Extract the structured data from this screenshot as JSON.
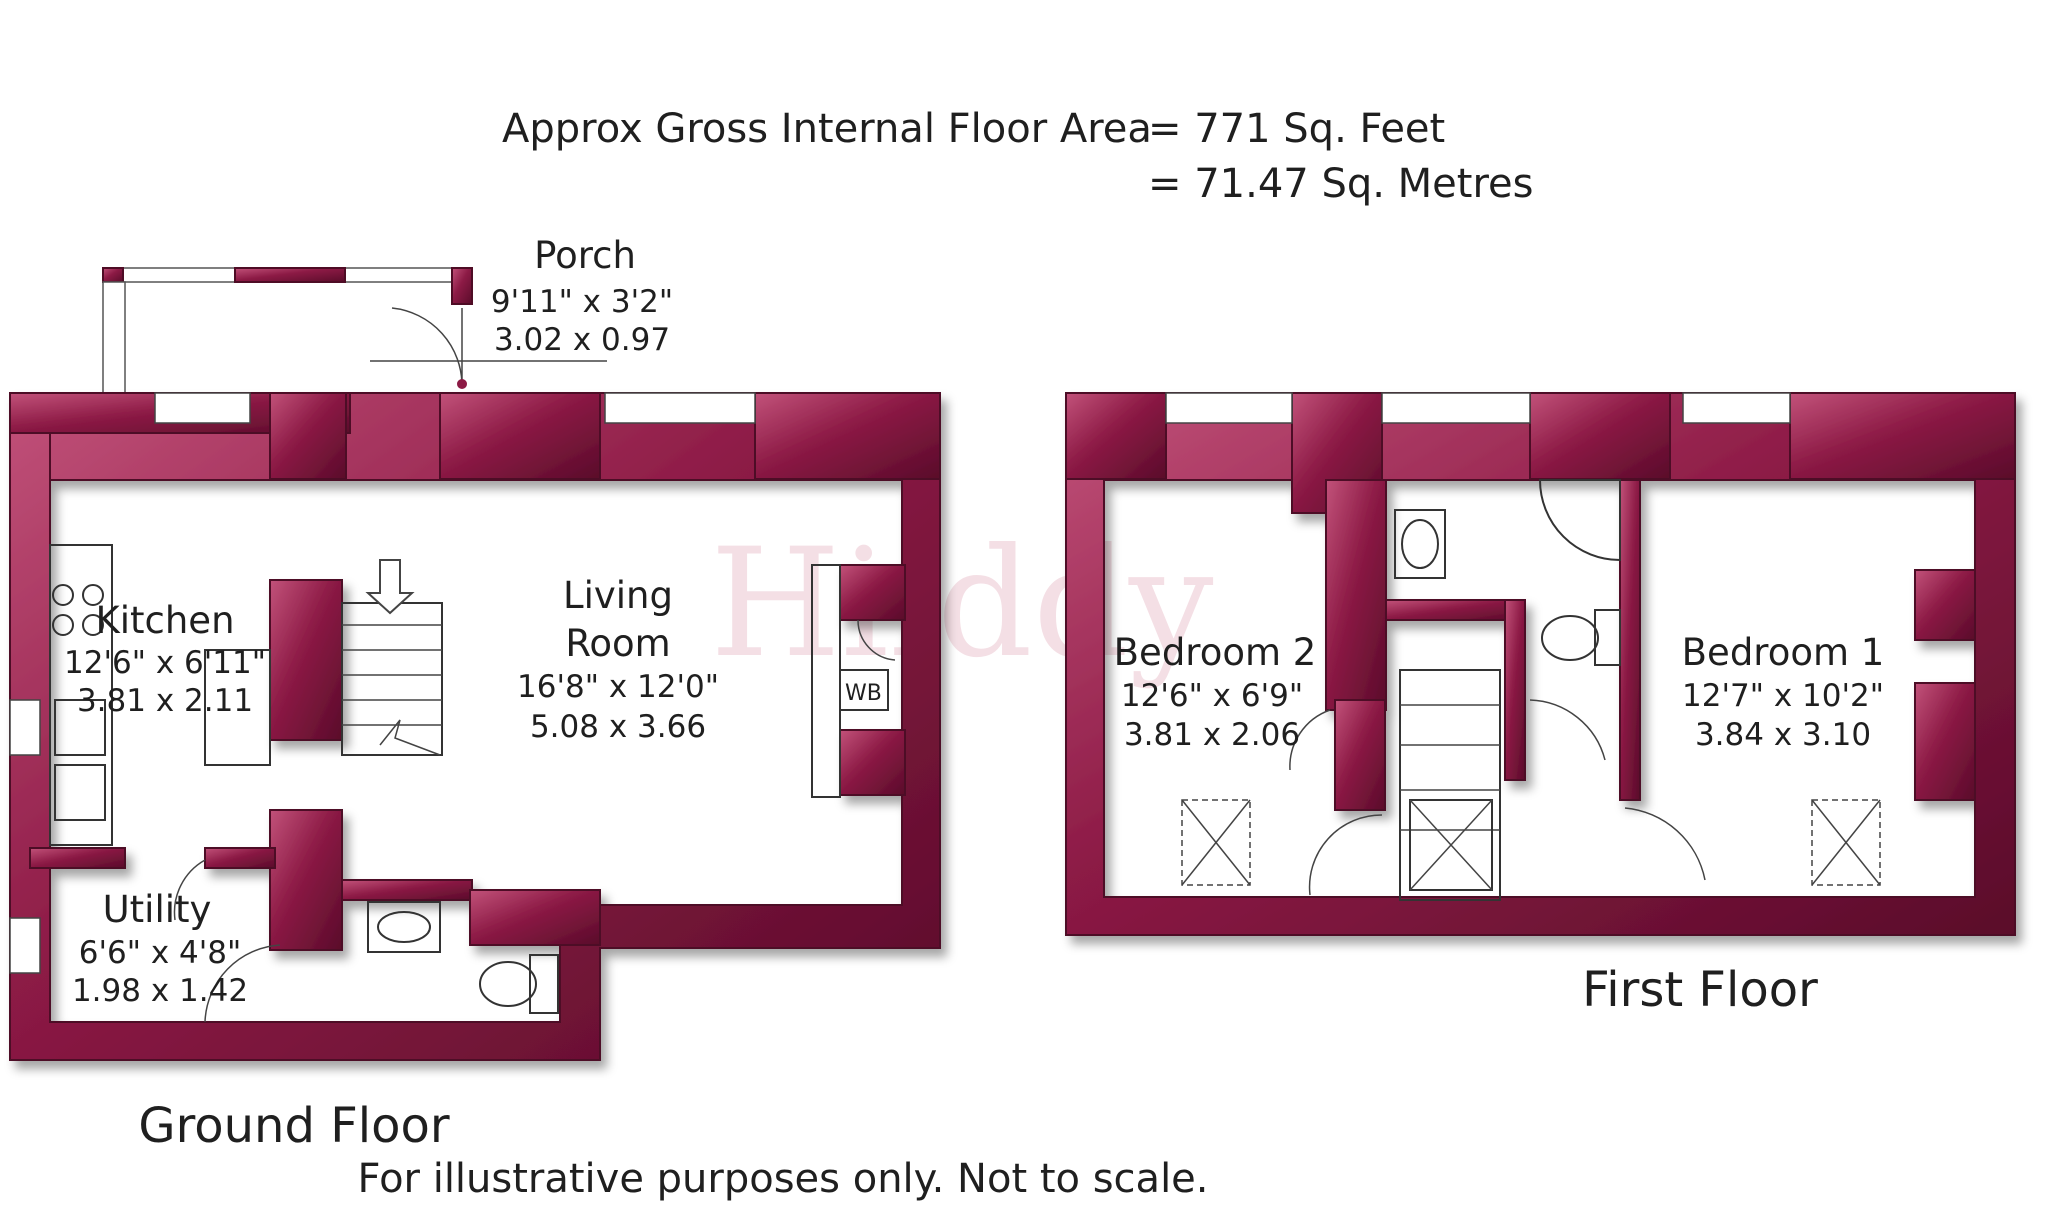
{
  "area": {
    "label": "Approx Gross Internal Floor Area",
    "sq_feet": "=  771  Sq. Feet",
    "sq_metres": "=  71.47  Sq. Metres"
  },
  "watermark": "Hiiddy",
  "rooms": {
    "porch": {
      "name": "Porch",
      "imperial": "9'11\"  x  3'2\"",
      "metric": "3.02  x  0.97"
    },
    "kitchen": {
      "name": "Kitchen",
      "imperial": "12'6\"  x  6'11\"",
      "metric": "3.81  x  2.11"
    },
    "living": {
      "name_line1": "Living",
      "name_line2": "Room",
      "imperial": "16'8\"  x  12'0\"",
      "metric": "5.08  x  3.66"
    },
    "utility": {
      "name": "Utility",
      "imperial": "6'6\"  x  4'8\"",
      "metric": "1.98  x  1.42"
    },
    "bedroom2": {
      "name": "Bedroom 2",
      "imperial": "12'6\"  x  6'9\"",
      "metric": "3.81  x  2.06"
    },
    "bedroom1": {
      "name": "Bedroom 1",
      "imperial": "12'7\"  x  10'2\"",
      "metric": "3.84  x  3.10"
    }
  },
  "wb_label": "WB",
  "floors": {
    "ground": "Ground Floor",
    "first": "First Floor"
  },
  "disclaimer": "For illustrative purposes only. Not to scale.",
  "colors": {
    "wall": "#8c1a45",
    "wall_highlight": "#c2527a",
    "wall_shadow": "#5a0c2a"
  }
}
